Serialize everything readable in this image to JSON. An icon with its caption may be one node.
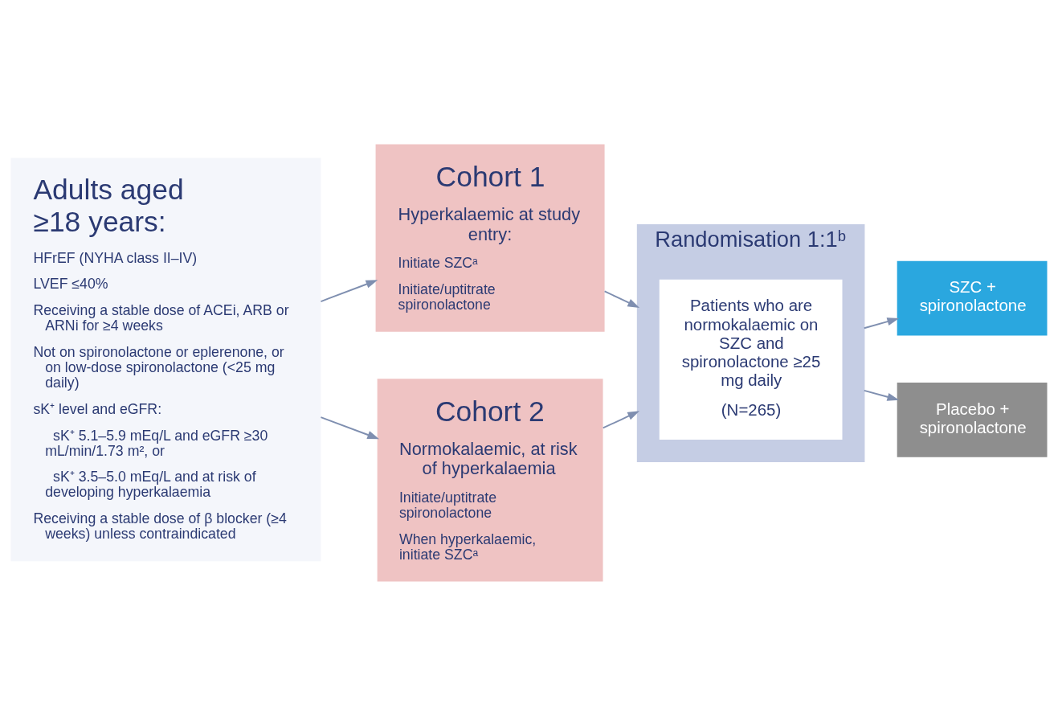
{
  "diagram": {
    "nodes": [
      {
        "text": [
          "Adults aged ≥18 years:",
          "HFrEF (NYHA class II–IV)",
          "LVEF ≤40%",
          "Receiving a stable dose of ACEi, ARB or ARNi for ≥4 weeks",
          "Not on spironolactone or eplerenone, or on low-dose spironolactone (<25 mg daily)",
          "sK⁺ level and eGFR:",
          "sK⁺ 5.1–5.9 mEq/L and eGFR ≥30 mL/min/1.73 m², or",
          "sK⁺ 3.5–5.0 mEq/L and at risk of developing hyperkalaemia",
          "Receiving a stable dose of β blocker (≥4 weeks) unless contraindicated"
        ]
      },
      {
        "text": [
          "Cohort 1",
          "Hyperkalaemic at study entry:",
          "Initiate SZCᵃ",
          "Initiate/uptitrate spironolactone"
        ]
      },
      {
        "text": [
          "Cohort 2",
          "Normokalaemic, at risk of hyperkalaemia",
          "Initiate/uptitrate spironolactone",
          "When hyperkalaemic, initiate SZCᵃ"
        ]
      },
      {
        "text": [
          "Randomisation 1:1ᵇ"
        ]
      },
      {
        "text": [
          "Patients who are normokalaemic on SZC and spironolactone ≥25 mg daily",
          "(N=265)"
        ],
        "in": 3
      },
      {
        "text": [
          "SZC + spironolactone"
        ]
      },
      {
        "text": [
          "Placebo + spironolactone"
        ]
      }
    ],
    "edges": [
      {
        "from": 0,
        "to": 1,
        "arrow": "to"
      },
      {
        "from": 0,
        "to": 2,
        "arrow": "to"
      },
      {
        "from": 1,
        "to": 3,
        "arrow": "to"
      },
      {
        "from": 2,
        "to": 3,
        "arrow": "to"
      },
      {
        "from": 3,
        "to": 5,
        "arrow": "to"
      },
      {
        "from": 3,
        "to": 6,
        "arrow": "to"
      }
    ]
  }
}
